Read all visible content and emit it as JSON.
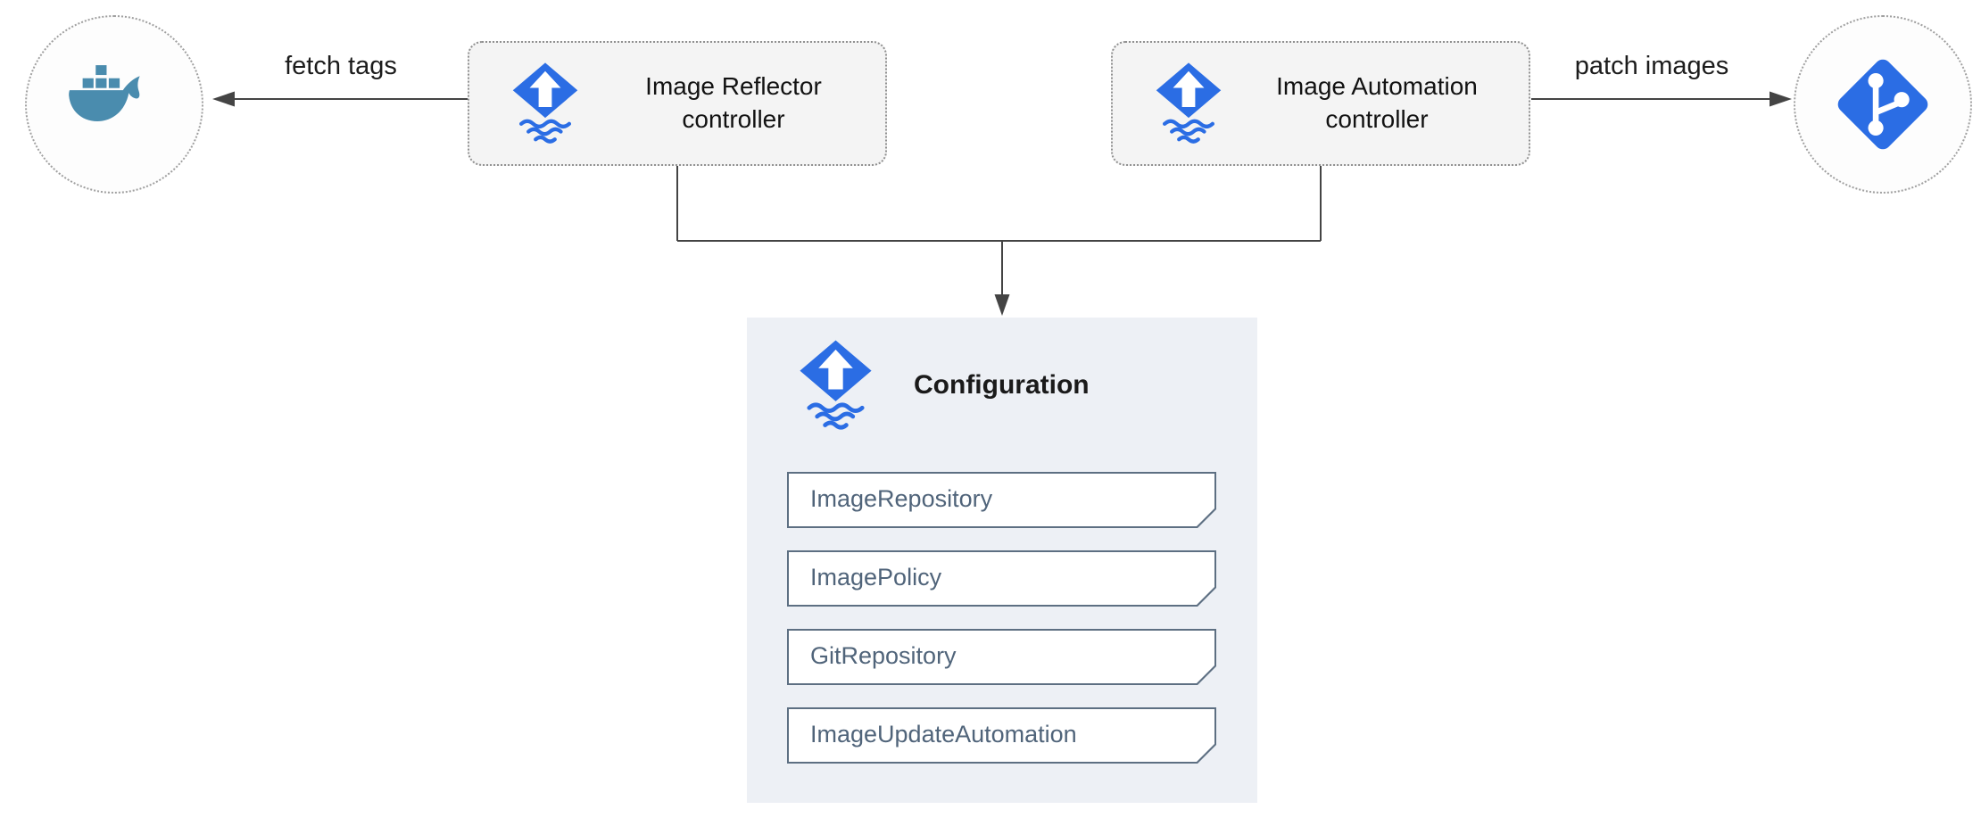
{
  "diagram": {
    "labels": {
      "fetch_tags": "fetch tags",
      "patch_images": "patch images"
    },
    "nodes": {
      "docker_registry": {
        "icon": "docker-whale-icon"
      },
      "git_repository": {
        "icon": "git-icon"
      },
      "image_reflector": {
        "name": "Image Reflector controller",
        "icon": "flux-icon"
      },
      "image_automation": {
        "name": "Image Automation controller",
        "icon": "flux-icon"
      }
    },
    "configuration": {
      "title": "Configuration",
      "icon": "flux-icon",
      "items": [
        "ImageRepository",
        "ImagePolicy",
        "GitRepository",
        "ImageUpdateAutomation"
      ]
    },
    "colors": {
      "flux_blue": "#2b6de4",
      "docker_blue": "#4a8cae",
      "panel_bg": "#edf0f5",
      "node_bg": "#f4f4f4",
      "crd_border": "#5d6f82",
      "crd_text": "#50647a",
      "connector": "#444444"
    }
  }
}
